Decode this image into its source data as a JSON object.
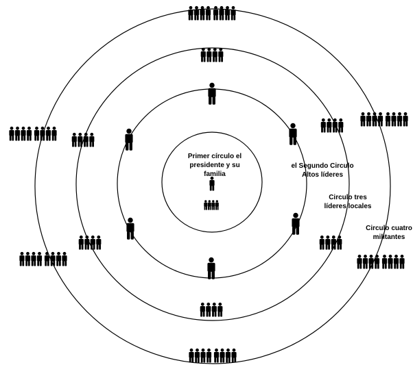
{
  "labels": {
    "circle1": [
      "Primer círculo el",
      "presidente y su",
      "familia"
    ],
    "circle2": [
      "el Segundo Circulo",
      "Altos líderes"
    ],
    "circle3": [
      "Circulo tres",
      "líderes locales"
    ],
    "circle4": [
      "Circulo cuatro",
      "militantes"
    ]
  },
  "icons": {
    "person": "person-icon",
    "group": "people-group-icon"
  },
  "colors": {
    "stroke": "#000000",
    "background": "#ffffff"
  }
}
